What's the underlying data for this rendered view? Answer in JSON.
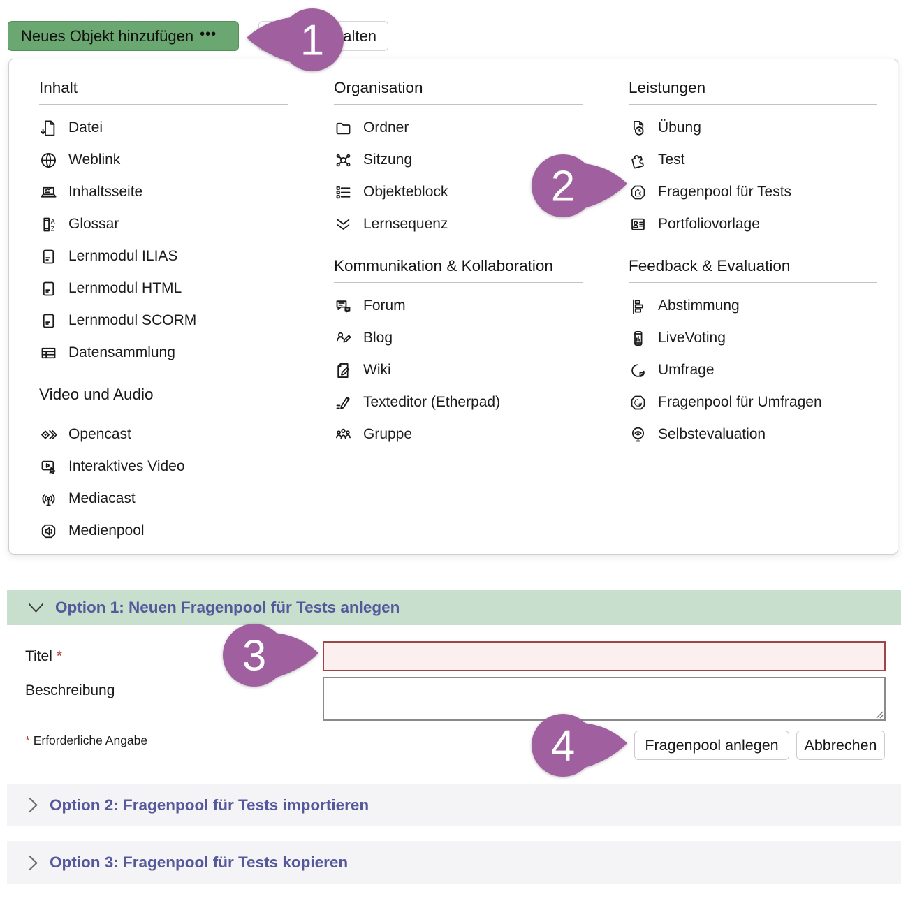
{
  "colors": {
    "accent_green": "#6BA871",
    "header_green": "#c8dfce",
    "annotation_purple": "#a05f9f",
    "link_purple": "#55589B",
    "error_red": "#a04545",
    "section_gray": "#f4f3f6"
  },
  "toolbar": {
    "add_object_label": "Neues Objekt hinzufügen",
    "add_object_dots": "•••",
    "partially_hidden_button_visible_text": "alten"
  },
  "menu": {
    "columns": [
      {
        "sections": [
          {
            "title": "Inhalt",
            "items": [
              {
                "icon": "file-download-icon",
                "label": "Datei"
              },
              {
                "icon": "globe-icon",
                "label": "Weblink"
              },
              {
                "icon": "content-page-icon",
                "label": "Inhaltsseite"
              },
              {
                "icon": "glossary-icon",
                "label": "Glossar"
              },
              {
                "icon": "learning-module-icon",
                "label": "Lernmodul ILIAS"
              },
              {
                "icon": "learning-module-icon",
                "label": "Lernmodul HTML"
              },
              {
                "icon": "learning-module-icon",
                "label": "Lernmodul SCORM"
              },
              {
                "icon": "table-icon",
                "label": "Datensammlung"
              }
            ]
          },
          {
            "title": "Video und Audio",
            "items": [
              {
                "icon": "opencast-icon",
                "label": "Opencast"
              },
              {
                "icon": "interactive-video-icon",
                "label": "Interaktives Video"
              },
              {
                "icon": "broadcast-icon",
                "label": "Mediacast"
              },
              {
                "icon": "media-pool-icon",
                "label": "Medienpool"
              }
            ]
          }
        ]
      },
      {
        "sections": [
          {
            "title": "Organisation",
            "items": [
              {
                "icon": "folder-icon",
                "label": "Ordner"
              },
              {
                "icon": "session-icon",
                "label": "Sitzung"
              },
              {
                "icon": "item-group-icon",
                "label": "Objekteblock"
              },
              {
                "icon": "learning-sequence-icon",
                "label": "Lernsequenz"
              }
            ]
          },
          {
            "title": "Kommunikation & Kollaboration",
            "items": [
              {
                "icon": "forum-icon",
                "label": "Forum"
              },
              {
                "icon": "blog-icon",
                "label": "Blog"
              },
              {
                "icon": "wiki-icon",
                "label": "Wiki"
              },
              {
                "icon": "text-editor-icon",
                "label": "Texteditor (Etherpad)"
              },
              {
                "icon": "group-icon",
                "label": "Gruppe"
              }
            ]
          }
        ]
      },
      {
        "sections": [
          {
            "title": "Leistungen",
            "items": [
              {
                "icon": "exercise-icon",
                "label": "Übung"
              },
              {
                "icon": "puzzle-icon",
                "label": "Test"
              },
              {
                "icon": "question-pool-test-icon",
                "label": "Fragenpool für Tests"
              },
              {
                "icon": "portfolio-template-icon",
                "label": "Portfoliovorlage"
              }
            ]
          },
          {
            "title": "Feedback & Evaluation",
            "items": [
              {
                "icon": "poll-icon",
                "label": "Abstimmung"
              },
              {
                "icon": "live-voting-icon",
                "label": "LiveVoting"
              },
              {
                "icon": "survey-icon",
                "label": "Umfrage"
              },
              {
                "icon": "question-pool-survey-icon",
                "label": "Fragenpool für Umfragen"
              },
              {
                "icon": "self-evaluation-icon",
                "label": "Selbstevaluation"
              }
            ]
          }
        ]
      }
    ]
  },
  "accordions": {
    "option1": "Option 1: Neuen Fragenpool für Tests anlegen",
    "option2": "Option 2: Fragenpool für Tests importieren",
    "option3": "Option 3: Fragenpool für Tests kopieren"
  },
  "form": {
    "title_label": "Titel",
    "required_marker": "*",
    "title_value": "",
    "description_label": "Beschreibung",
    "description_value": "",
    "required_hint": "Erforderliche Angabe",
    "submit_label": "Fragenpool anlegen",
    "cancel_label": "Abbrechen"
  },
  "annotations": {
    "balloons": [
      "1",
      "2",
      "3",
      "4"
    ]
  }
}
